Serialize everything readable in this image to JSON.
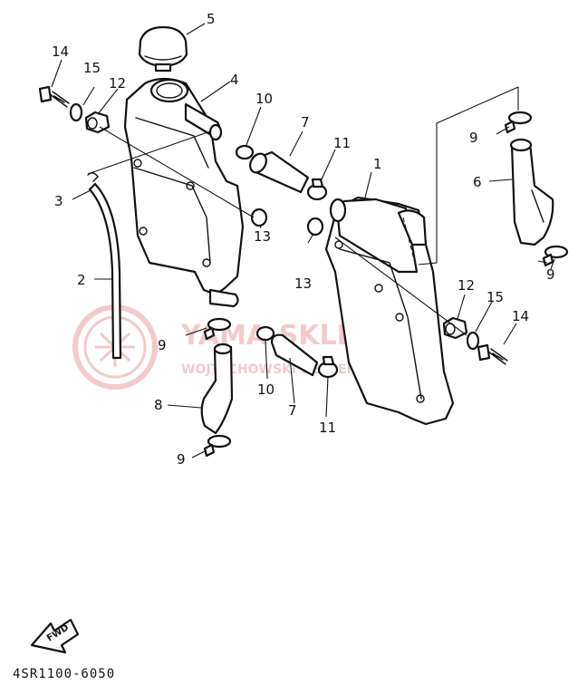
{
  "callouts": [
    "1",
    "2",
    "3",
    "4",
    "5",
    "6",
    "7",
    "7",
    "8",
    "9",
    "9",
    "9",
    "9",
    "10",
    "10",
    "11",
    "11",
    "12",
    "12",
    "13",
    "13",
    "14",
    "14",
    "15",
    "15"
  ],
  "arrow_label": "FWD",
  "diagram_code": "4SR1100-6050",
  "watermark": {
    "line1": "YAMA-SKLEP.PL",
    "line2": "WOJTECHOWSKI DEALER YAMAHA",
    "color": "#e8a0a0"
  }
}
